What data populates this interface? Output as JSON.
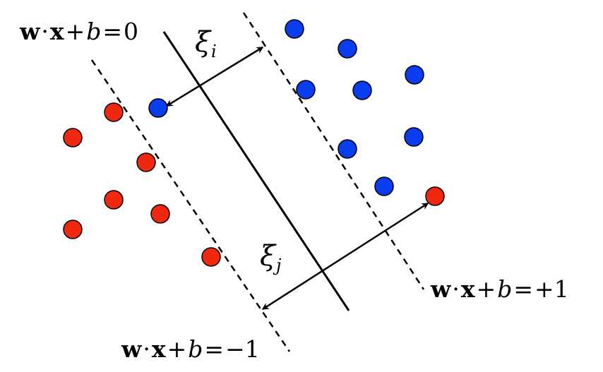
{
  "labels": {
    "hyperplane": {
      "w": "w",
      "dot": "·",
      "x": "x",
      "plus": "+",
      "b": "b",
      "equals": "=",
      "rhs": "0"
    },
    "margin_positive": {
      "w": "w",
      "dot": "·",
      "x": "x",
      "plus": "+",
      "b": "b",
      "equals": "=",
      "rhs": "+1"
    },
    "margin_negative": {
      "w": "w",
      "dot": "·",
      "x": "x",
      "plus": "+",
      "b": "b",
      "equals": "=",
      "rhs": "−1"
    },
    "slack_i": {
      "symbol": "ξ",
      "subscript": "i"
    },
    "slack_j": {
      "symbol": "ξ",
      "subscript": "j"
    }
  },
  "colors": {
    "blue_class": "#0a3cf0",
    "red_class": "#f02810",
    "stroke": "#000000"
  }
}
